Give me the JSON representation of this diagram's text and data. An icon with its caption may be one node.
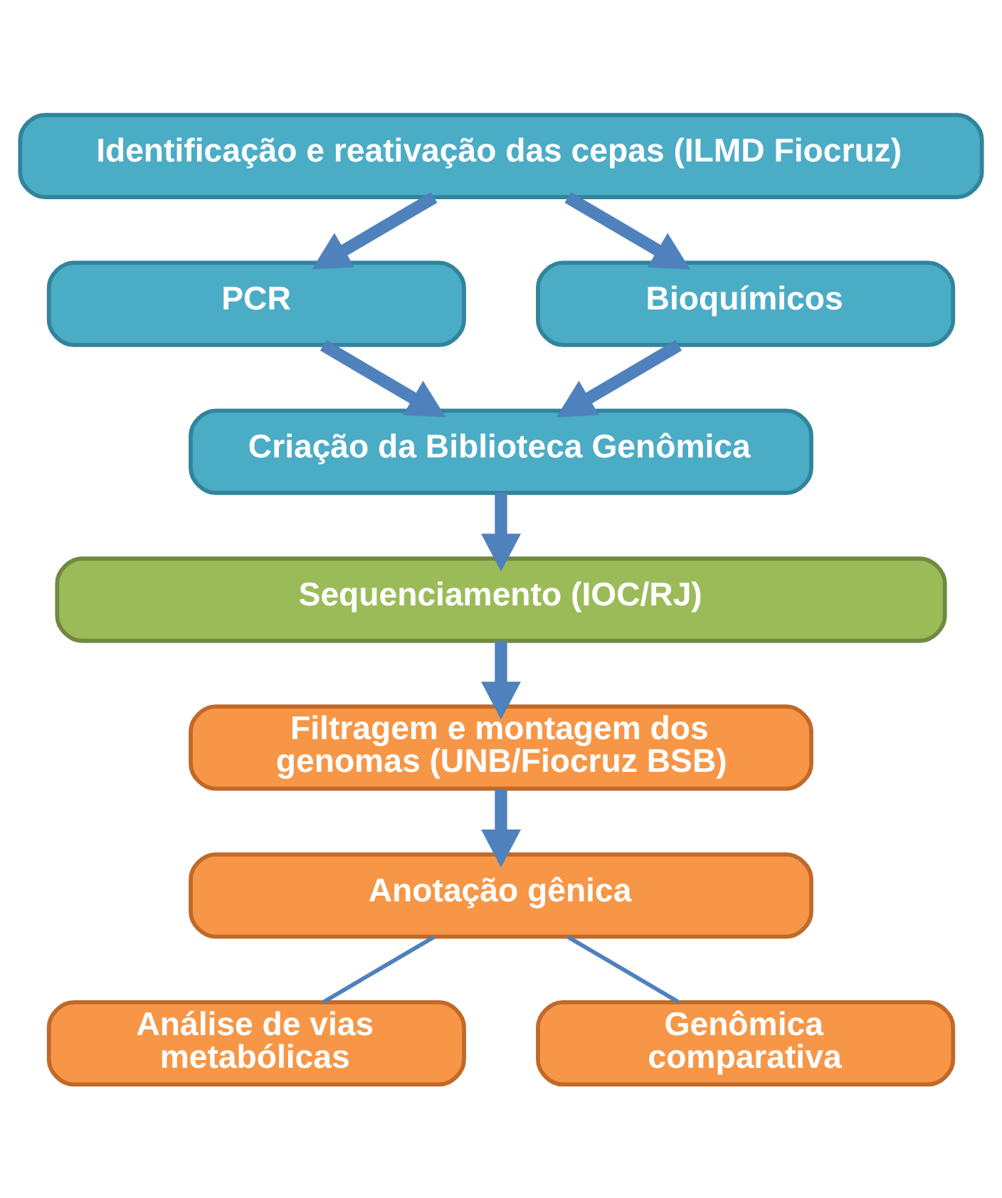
{
  "diagram": {
    "nodes": [
      {
        "text": [
          "Identificação e reativação das cepas (ILMD Fiocruz)"
        ]
      },
      {
        "text": [
          "PCR"
        ]
      },
      {
        "text": [
          "Bioquímicos"
        ]
      },
      {
        "text": [
          "Criação da Biblioteca Genômica"
        ]
      },
      {
        "text": [
          "Sequenciamento (IOC/RJ)"
        ]
      },
      {
        "text": [
          "Filtragem e montagem dos genomas (UNB/Fiocruz BSB)"
        ]
      },
      {
        "text": [
          "Anotação gênica"
        ]
      },
      {
        "text": [
          "Análise de vias metabólicas"
        ]
      },
      {
        "text": [
          "Genômica comparativa"
        ]
      }
    ],
    "edges": [
      {
        "from": 0,
        "to": 1,
        "arrow": "to"
      },
      {
        "from": 0,
        "to": 2,
        "arrow": "to"
      },
      {
        "from": 1,
        "to": 3,
        "arrow": "to"
      },
      {
        "from": 2,
        "to": 3,
        "arrow": "to"
      },
      {
        "from": 3,
        "to": 4,
        "arrow": "to"
      },
      {
        "from": 4,
        "to": 5,
        "arrow": "to"
      },
      {
        "from": 5,
        "to": 6,
        "arrow": "to"
      },
      {
        "from": 6,
        "to": 7,
        "arrow": "none"
      },
      {
        "from": 6,
        "to": 8,
        "arrow": "none"
      }
    ]
  }
}
